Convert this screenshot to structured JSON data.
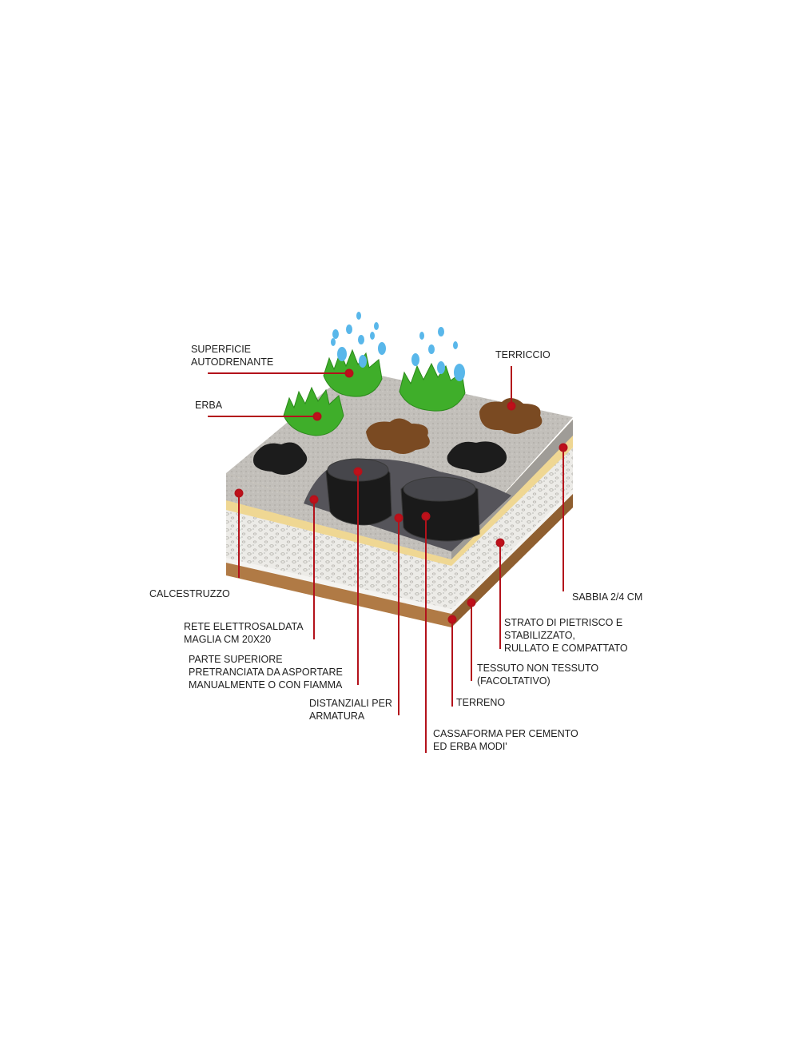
{
  "colors": {
    "leader": "#b3121b",
    "concrete": "#bdbab5",
    "grass": "#3fae2a",
    "soil": "#7a4a22",
    "sand": "#f0d99a",
    "gravel": "#e9e7e2",
    "terrain": "#b07a45",
    "formwork": "#1a1a1a",
    "water": "#59b7ea"
  },
  "labels": {
    "superficie": [
      "SUPERFICIE",
      "AUTODRENANTE"
    ],
    "erba": [
      "ERBA"
    ],
    "terriccio": [
      "TERRICCIO"
    ],
    "calcestruzzo": [
      "CALCESTRUZZO"
    ],
    "sabbia": [
      "SABBIA 2/4 CM"
    ],
    "rete": [
      "RETE ELETTROSALDATA",
      "MAGLIA CM 20X20"
    ],
    "parte": [
      "PARTE SUPERIORE",
      "PRETRANCIATA DA ASPORTARE",
      "MANUALMENTE O CON FIAMMA"
    ],
    "distanziali": [
      "DISTANZIALI PER",
      "ARMATURA"
    ],
    "cassaforma": [
      "CASSAFORMA PER CEMENTO",
      "ED ERBA MODI'"
    ],
    "strato": [
      "STRATO DI PIETRISCO E",
      "STABILIZZATO,",
      "RULLATO E COMPATTATO"
    ],
    "tessuto": [
      "TESSUTO NON TESSUTO",
      "(FACOLTATIVO)"
    ],
    "terreno": [
      "TERRENO"
    ]
  }
}
